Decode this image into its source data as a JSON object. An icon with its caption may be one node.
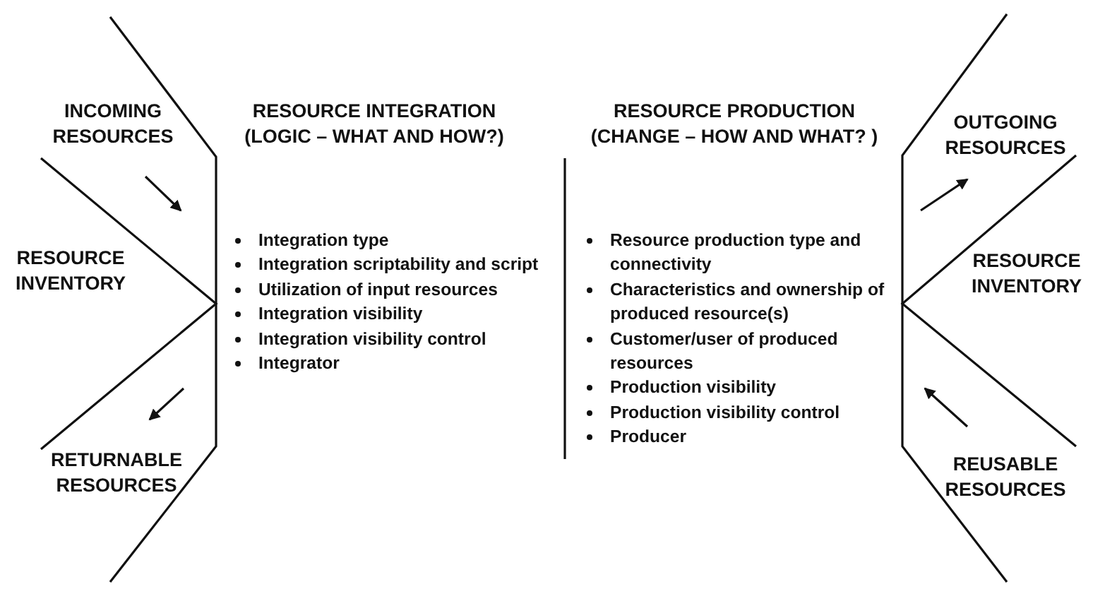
{
  "diagram": {
    "labels": [
      "INCOMING RESOURCES",
      "RESOURCE INTEGRATION (LOGIC – WHAT AND HOW?)",
      "RESOURCE PRODUCTION (CHANGE – HOW AND WHAT? )",
      "OUTGOING RESOURCES",
      "RESOURCE INVENTORY",
      "Integration type",
      "Integration scriptability and script",
      "Utilization of input resources",
      "Integration visibility",
      "Integration visibility control",
      "Integrator",
      "Resource production type and connectivity",
      "Characteristics and ownership of produced resource(s)",
      "Customer/user of produced resources",
      "Production visibility",
      "Production visibility control",
      "Producer",
      "RESOURCE INVENTORY",
      "RETURNABLE RESOURCES",
      "REUSABLE RESOURCES"
    ]
  }
}
